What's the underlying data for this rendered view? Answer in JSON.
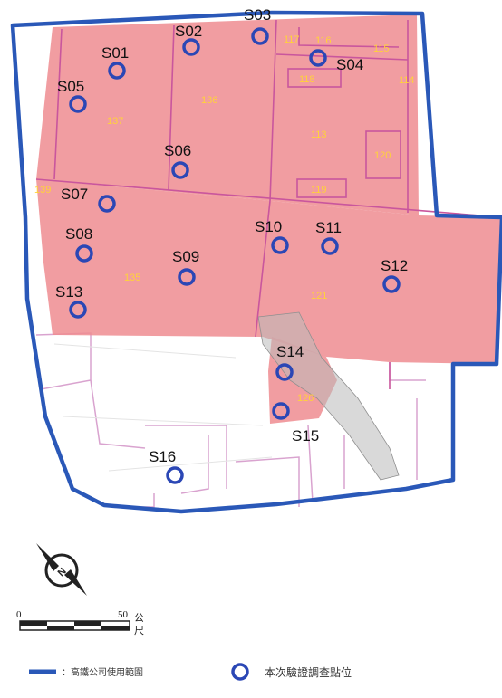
{
  "sites": [
    {
      "id": "S01",
      "label": "S01"
    },
    {
      "id": "S02",
      "label": "S02"
    },
    {
      "id": "S03",
      "label": "S03"
    },
    {
      "id": "S04",
      "label": "S04"
    },
    {
      "id": "S05",
      "label": "S05"
    },
    {
      "id": "S06",
      "label": "S06"
    },
    {
      "id": "S07",
      "label": "S07"
    },
    {
      "id": "S08",
      "label": "S08"
    },
    {
      "id": "S09",
      "label": "S09"
    },
    {
      "id": "S10",
      "label": "S10"
    },
    {
      "id": "S11",
      "label": "S11"
    },
    {
      "id": "S12",
      "label": "S12"
    },
    {
      "id": "S13",
      "label": "S13"
    },
    {
      "id": "S14",
      "label": "S14"
    },
    {
      "id": "S15",
      "label": "S15"
    },
    {
      "id": "S16",
      "label": "S16"
    }
  ],
  "parcels": [
    "117",
    "116",
    "115",
    "114",
    "118",
    "136",
    "137",
    "113",
    "120",
    "119",
    "139",
    "135",
    "121",
    "126"
  ],
  "scale": {
    "zero": "0",
    "value": "50",
    "unit_top": "公",
    "unit_bottom": "尺"
  },
  "compass": {
    "letter": "N"
  },
  "legend": {
    "boundary_label": "：高鐵公司使用範圍",
    "site_label": "本次驗證調查點位"
  },
  "colors": {
    "boundary": "#2a58b8",
    "site_marker": "#2b47b5",
    "parcel_fill": "#ee8c91",
    "parcel_line": "#c9569d",
    "parcel_number": "#ffd23a"
  }
}
